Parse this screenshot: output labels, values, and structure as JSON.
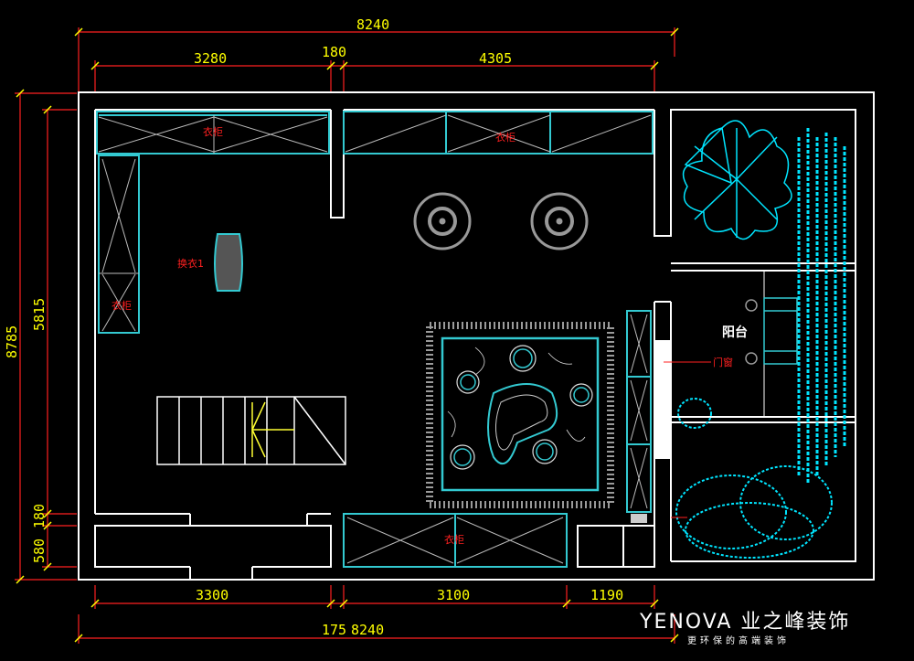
{
  "dimensions": {
    "top_total": "8240",
    "top_left": "3280",
    "top_middle": "180",
    "top_right": "4305",
    "left_total": "8785",
    "left_main": "5815",
    "left_small_a": "180",
    "left_small_b": "580",
    "bottom_left": "3300",
    "bottom_middle": "3100",
    "bottom_right": "1190",
    "bottom_total": "8240",
    "bottom_extra": "175"
  },
  "labels": {
    "dressing_table": "换衣1",
    "balcony": "阳台",
    "small_red_a": "衣柜",
    "small_red_b": "衣柜",
    "small_red_c": "衣柜",
    "small_red_d": "衣柜",
    "window_note": "门窗"
  },
  "brand": {
    "name": "YENOVA 业之峰装饰",
    "tagline": "更环保的高端装饰"
  },
  "colors": {
    "dimension": "#ffff00",
    "wall": "#ffffff",
    "furniture": "#33c9d1",
    "planting": "#00e5ff",
    "annotation": "#ff2020",
    "rug": "#9a9a9a"
  }
}
